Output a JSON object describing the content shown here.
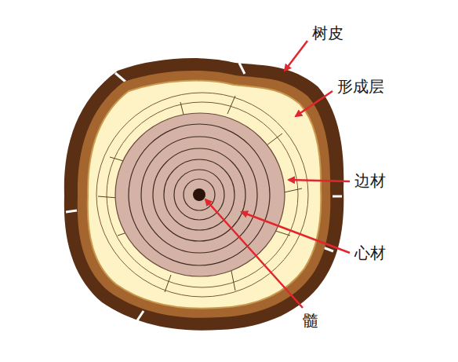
{
  "diagram": {
    "labels": [
      "树皮",
      "形成层",
      "边材",
      "心材",
      "髓"
    ]
  }
}
